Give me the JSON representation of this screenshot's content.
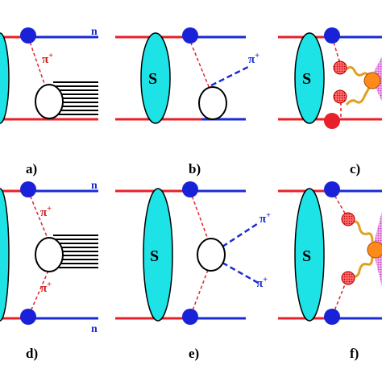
{
  "colors": {
    "red_line": "#e8202a",
    "blue_line": "#1a2bd6",
    "blob": "#1ee3e6",
    "vertex": "#1a22d8",
    "dashed": "#e8202a",
    "pomeron_dot": "#ff4d4d",
    "orange": "#ff8a1a",
    "magenta": "#d33fd3"
  },
  "panels": [
    {
      "id": "a",
      "label": "a)"
    },
    {
      "id": "b",
      "label": "b)"
    },
    {
      "id": "c",
      "label": "c)"
    },
    {
      "id": "d",
      "label": "d)"
    },
    {
      "id": "e",
      "label": "e)"
    },
    {
      "id": "f",
      "label": "f)"
    }
  ],
  "text": {
    "neutron": "n",
    "pion": "π",
    "pion_charge": "+",
    "blob_label": "S"
  }
}
